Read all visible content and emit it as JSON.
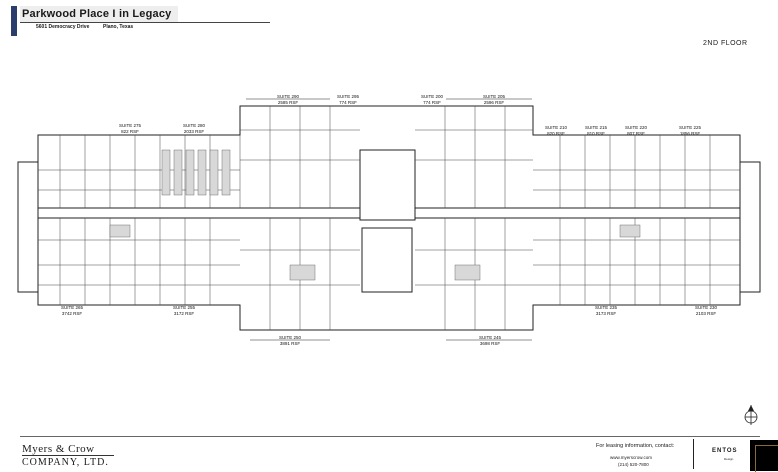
{
  "header": {
    "title": "Parkwood Place I in Legacy",
    "address": "5601 Democracy Drive",
    "city": "Plano, Texas",
    "floor": "2ND FLOOR"
  },
  "suites": {
    "s290": {
      "name": "SUITE 290",
      "rsf": "2585 RSF"
    },
    "s295": {
      "name": "SUITE 295",
      "rsf": "774 RSF"
    },
    "s200": {
      "name": "SUITE 200",
      "rsf": "774 RSF"
    },
    "s205": {
      "name": "SUITE 205",
      "rsf": "2596 RSF"
    },
    "s275": {
      "name": "SUITE 275",
      "rsf": "822 RSF"
    },
    "s280": {
      "name": "SUITE 280",
      "rsf": "2033 RSF"
    },
    "s210": {
      "name": "SUITE 210",
      "rsf": "820 RSF"
    },
    "s215": {
      "name": "SUITE 215",
      "rsf": "810 RSF"
    },
    "s220": {
      "name": "SUITE 220",
      "rsf": "807 RSF"
    },
    "s225": {
      "name": "SUITE 225",
      "rsf": "1856 RSF"
    },
    "s265": {
      "name": "SUITE 265",
      "rsf": "3742 RSF"
    },
    "s255": {
      "name": "SUITE 255",
      "rsf": "3172 RSF"
    },
    "s250": {
      "name": "SUITE 250",
      "rsf": "3891 RSF"
    },
    "s245": {
      "name": "SUITE 245",
      "rsf": "3698 RSF"
    },
    "s235": {
      "name": "SUITE 235",
      "rsf": "3173 RSF"
    },
    "s230": {
      "name": "SUITE 230",
      "rsf": "2103 RSF"
    }
  },
  "footer": {
    "brand_line1": "Myers & Crow",
    "brand_line2": "COMPANY, LTD.",
    "leasing_text": "For leasing information, contact:",
    "website": "www.myerscrow.com",
    "phone": "(214) 520-7800",
    "logo": "ENTOS",
    "logo_sub": "Design"
  },
  "colors": {
    "accent": "#2c3e6b",
    "line": "#222222"
  }
}
